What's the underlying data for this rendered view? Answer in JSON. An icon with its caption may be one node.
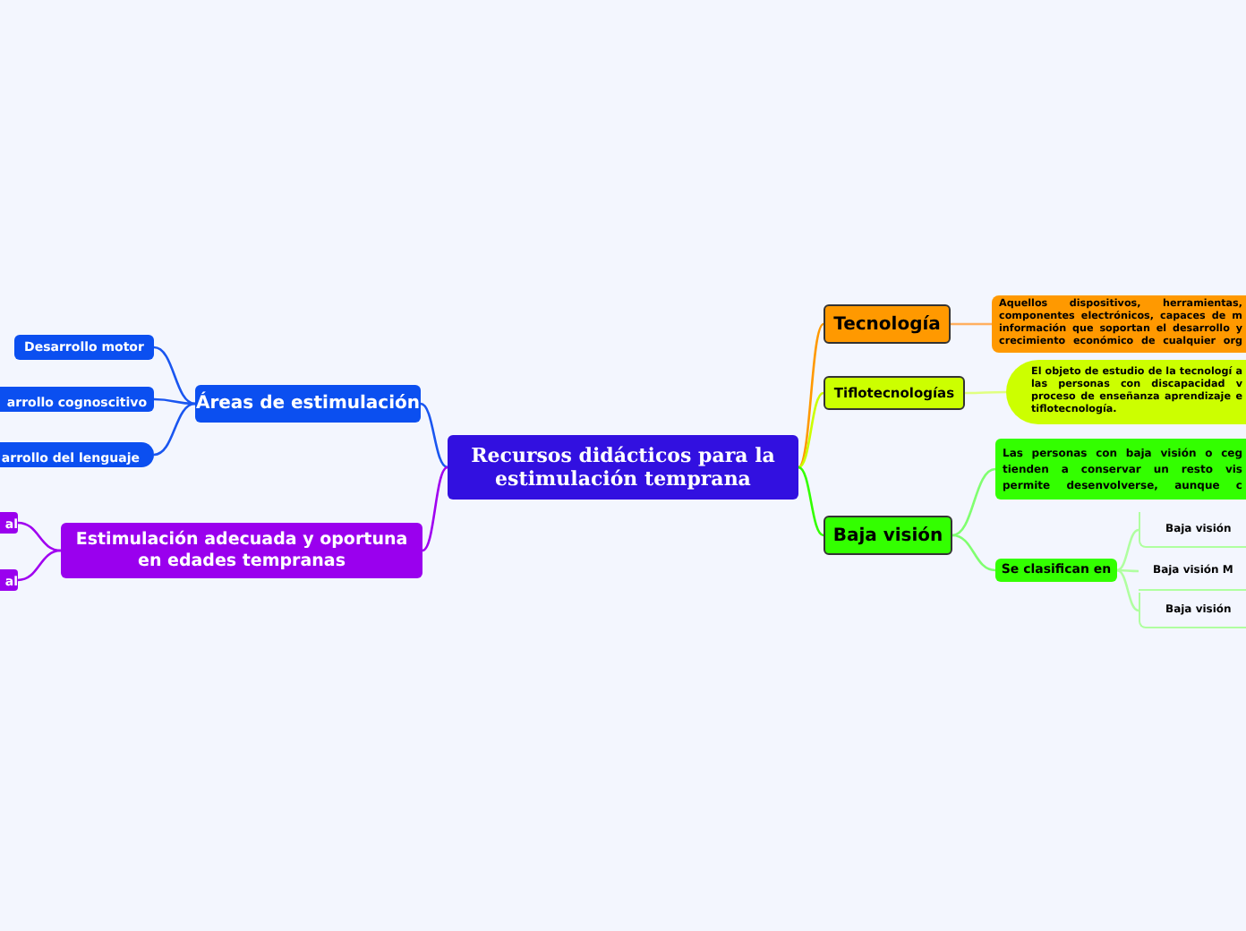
{
  "diagram": {
    "nodes": [
      {
        "text": [
          "Recursos didácticos para la estimulación temprana"
        ]
      },
      {
        "text": [
          "Áreas de estimulación"
        ]
      },
      {
        "text": [
          "Desarrollo motor"
        ]
      },
      {
        "text": [
          "arrollo cognoscitivo"
        ]
      },
      {
        "text": [
          "arrollo del lenguaje"
        ]
      },
      {
        "text": [
          "Estimulación adecuada y oportuna en edades tempranas"
        ]
      },
      {
        "text": [
          "al"
        ]
      },
      {
        "text": [
          "al"
        ]
      },
      {
        "text": [
          "Tecnología"
        ]
      },
      {
        "text": [
          "Aquellos dispositivos, herramientas, componentes electrónicos, capaces de m información que soportan el desarrollo y crecimiento económico de cualquier org"
        ]
      },
      {
        "text": [
          "Tiflotecnologías"
        ]
      },
      {
        "text": [
          "El objeto de estudio de la tecnologí a las personas con discapacidad v proceso de enseñanza aprendizaje e tiflotecnología."
        ]
      },
      {
        "text": [
          "Baja visión"
        ]
      },
      {
        "text": [
          "Las personas con baja visión o ceg tienden a conservar un resto vis permite desenvolverse, aunque c"
        ]
      },
      {
        "text": [
          "Se clasifican en"
        ]
      },
      {
        "text": [
          "Baja visión"
        ]
      },
      {
        "text": [
          "Baja visión M"
        ]
      },
      {
        "text": [
          "Baja visión"
        ]
      }
    ],
    "edges": [
      {
        "from": 0,
        "to": 1,
        "arrow": "none",
        "color": "#1a56f0"
      },
      {
        "from": 1,
        "to": 2,
        "arrow": "none",
        "color": "#1a56f0"
      },
      {
        "from": 1,
        "to": 3,
        "arrow": "none",
        "color": "#1a56f0"
      },
      {
        "from": 1,
        "to": 4,
        "arrow": "none",
        "color": "#1a56f0"
      },
      {
        "from": 0,
        "to": 5,
        "arrow": "none",
        "color": "#a000f0"
      },
      {
        "from": 5,
        "to": 6,
        "arrow": "none",
        "color": "#a000f0"
      },
      {
        "from": 5,
        "to": 7,
        "arrow": "none",
        "color": "#a000f0"
      },
      {
        "from": 0,
        "to": 8,
        "arrow": "none",
        "color": "#ff9900"
      },
      {
        "from": 8,
        "to": 9,
        "arrow": "none",
        "color": "#ffb060"
      },
      {
        "from": 0,
        "to": 10,
        "arrow": "none",
        "color": "#ccff00"
      },
      {
        "from": 10,
        "to": 11,
        "arrow": "none",
        "color": "#e0ff80"
      },
      {
        "from": 0,
        "to": 12,
        "arrow": "none",
        "color": "#33ff00"
      },
      {
        "from": 12,
        "to": 13,
        "arrow": "none",
        "color": "#80ff70"
      },
      {
        "from": 12,
        "to": 14,
        "arrow": "none",
        "color": "#80ff70"
      },
      {
        "from": 14,
        "to": 15,
        "arrow": "none",
        "color": "#b0ffa0"
      },
      {
        "from": 14,
        "to": 16,
        "arrow": "none",
        "color": "#b0ffa0"
      },
      {
        "from": 14,
        "to": 17,
        "arrow": "none",
        "color": "#b0ffa0"
      }
    ]
  }
}
